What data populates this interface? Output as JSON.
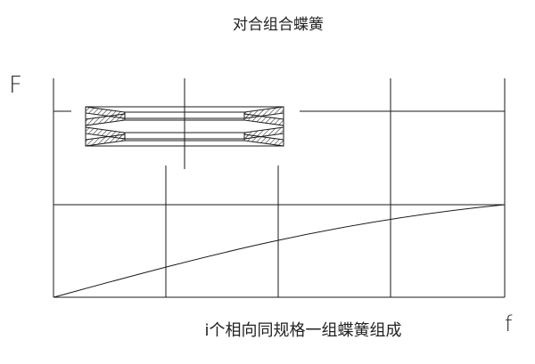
{
  "title": "对合组合蝶簧",
  "axis_y_label": "F",
  "axis_x_label": "f",
  "caption": "i个相向同规格一组蝶簧组成",
  "colors": {
    "line": "#1a1a1a",
    "hatch": "#333333",
    "background": "#ffffff"
  }
}
